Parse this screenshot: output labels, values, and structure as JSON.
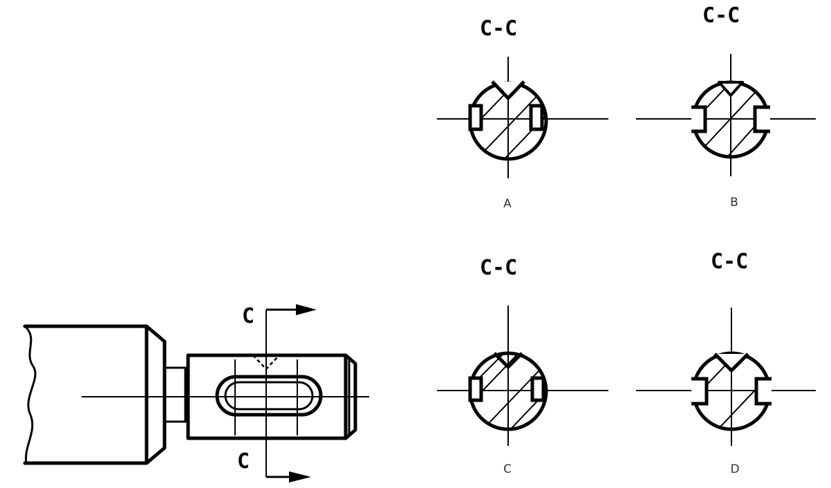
{
  "section_mark": "C",
  "views": [
    {
      "heading": "C-C",
      "option": "A"
    },
    {
      "heading": "C-C",
      "option": "B"
    },
    {
      "heading": "C-C",
      "option": "C"
    },
    {
      "heading": "C-C",
      "option": "D"
    }
  ]
}
